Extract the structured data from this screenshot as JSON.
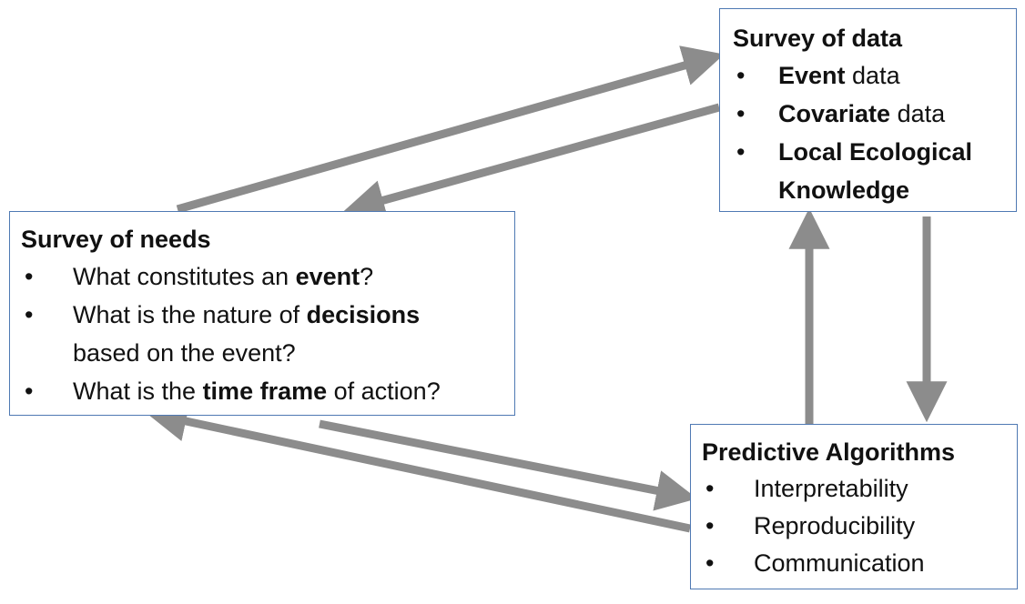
{
  "survey_of_data": {
    "title": "Survey of data",
    "items": [
      {
        "bold": "Event",
        "rest": " data"
      },
      {
        "bold": "Covariate",
        "rest": " data"
      },
      {
        "bold": "Local Ecological",
        "rest": ""
      },
      {
        "bold": "Knowledge",
        "rest": ""
      }
    ]
  },
  "survey_of_needs": {
    "title": "Survey of needs",
    "items": [
      {
        "pre": "What constitutes an ",
        "bold": "event",
        "post": "?"
      },
      {
        "pre": "What is the nature of ",
        "bold": "decisions",
        "post": ""
      },
      {
        "pre": "based on the event?",
        "bold": "",
        "post": ""
      },
      {
        "pre": "What is the ",
        "bold": "time frame",
        "post": " of action?"
      }
    ]
  },
  "predictive_algorithms": {
    "title": "Predictive Algorithms",
    "items": [
      "Interpretability",
      "Reproducibility",
      "Communication"
    ]
  },
  "bullet": "•",
  "arrow_color": "#8c8c8c",
  "box_border_color": "#4f79b3"
}
